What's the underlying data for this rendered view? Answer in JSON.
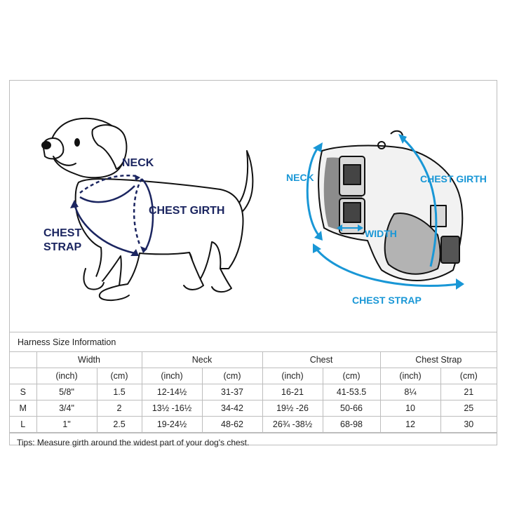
{
  "labels": {
    "dog_neck": "NECK",
    "dog_chest_girth": "CHEST GIRTH",
    "dog_chest_strap": "CHEST\nSTRAP",
    "harness_neck": "NECK",
    "harness_chest_girth": "CHEST GIRTH",
    "harness_width": "WIDTH",
    "harness_chest_strap": "CHEST STRAP"
  },
  "colors": {
    "navy": "#1b2560",
    "blue": "#1997d6",
    "border": "#bdbdbd"
  },
  "table": {
    "title": "Harness Size Information",
    "groups": [
      "Width",
      "Neck",
      "Chest",
      "Chest Strap"
    ],
    "units": [
      "(inch)",
      "(cm)",
      "(inch)",
      "(cm)",
      "(inch)",
      "(cm)",
      "(inch)",
      "(cm)"
    ],
    "rows": [
      {
        "size": "S",
        "cells": [
          "5/8\"",
          "1.5",
          "12-14½",
          "31-37",
          "16-21",
          "41-53.5",
          "8¼",
          "21"
        ]
      },
      {
        "size": "M",
        "cells": [
          "3/4\"",
          "2",
          "13½ -16½",
          "34-42",
          "19½ -26",
          "50-66",
          "10",
          "25"
        ]
      },
      {
        "size": "L",
        "cells": [
          "1\"",
          "2.5",
          "19-24½",
          "48-62",
          "26¾ -38½",
          "68-98",
          "12",
          "30"
        ]
      }
    ],
    "tips": "Tips: Measure girth around the widest part of your dog's chest."
  }
}
